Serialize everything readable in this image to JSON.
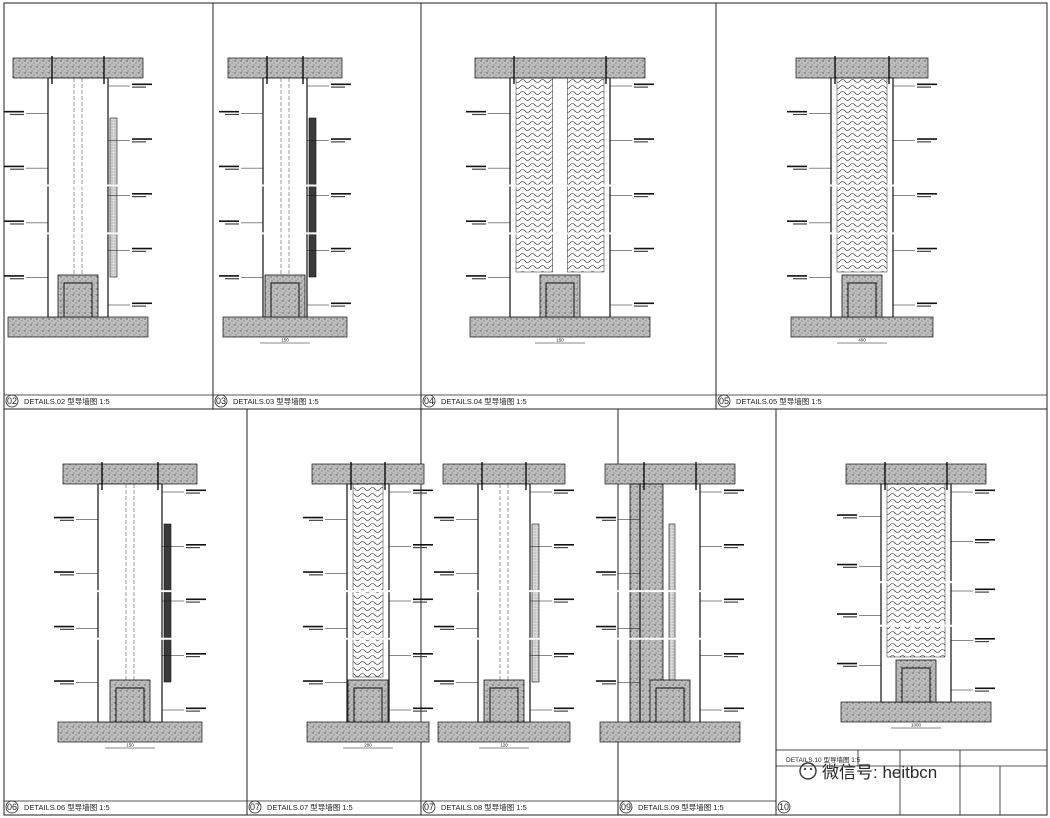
{
  "sheet": {
    "panels": [
      {
        "id": "p02",
        "num": "02",
        "title": "DETAILS.02 型导墙图 1:5",
        "variant": "plaster",
        "dim": ""
      },
      {
        "id": "p03",
        "num": "03",
        "title": "DETAILS.03 型导墙图 1:5",
        "variant": "panel",
        "dim": "150"
      },
      {
        "id": "p04",
        "num": "04",
        "title": "DETAILS.04 型导墙图 1:5",
        "variant": "double",
        "dim": "150"
      },
      {
        "id": "p05",
        "num": "05",
        "title": "DETAILS.05 型导墙图 1:5",
        "variant": "insulated",
        "dim": "400"
      },
      {
        "id": "p06",
        "num": "06",
        "title": "DETAILS.06 型导墙图 1:5",
        "variant": "panel",
        "dim": "150"
      },
      {
        "id": "p07",
        "num": "07",
        "title": "DETAILS.07 型导墙图 1:5",
        "variant": "insulated",
        "dim": "200"
      },
      {
        "id": "p08",
        "num": "07",
        "title": "DETAILS.08 型导墙图 1:5",
        "variant": "plaster",
        "dim": "120"
      },
      {
        "id": "p09",
        "num": "09",
        "title": "DETAILS.09 型导墙图 1:5",
        "variant": "solid",
        "dim": ""
      },
      {
        "id": "p10",
        "num": "10",
        "title": "DETAILS.10 型导墙图 1:5",
        "variant": "insulated",
        "dim": "1000"
      }
    ],
    "watermark": "微信号: heitbcn",
    "title_block_label": "DETAILS.10 型导墙图 1:5"
  }
}
